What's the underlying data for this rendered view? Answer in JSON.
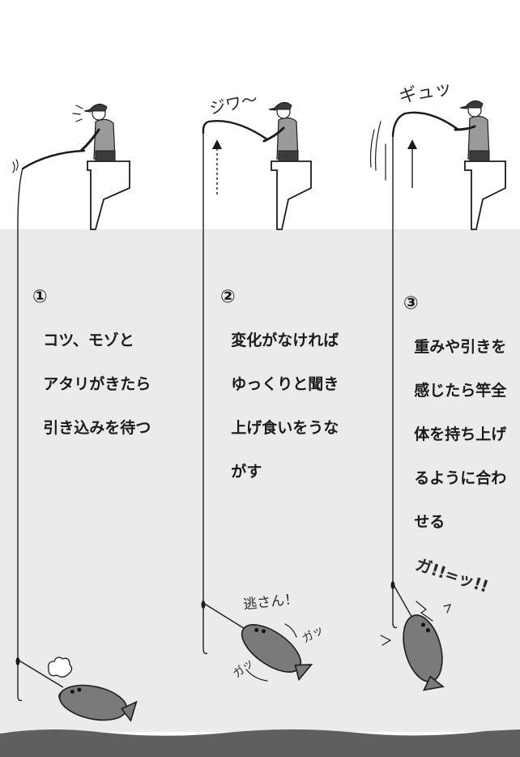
{
  "colors": {
    "water": "#ebebeb",
    "seabed": "#5f5f5f",
    "ink": "#1c1c1c",
    "boat": "#ffffff",
    "jacket": "#9a9a9a",
    "pants": "#3c3c3c",
    "fish": "#7a7a7a"
  },
  "steps": [
    {
      "number": "①",
      "lines": [
        "コツ、モゾと",
        "アタリがきたら",
        "引き込みを待つ"
      ]
    },
    {
      "number": "②",
      "lines": [
        "変化がなければ",
        "ゆっくりと聞き",
        "上げ食いをうな",
        "がす"
      ]
    },
    {
      "number": "③",
      "lines": [
        "重みや引きを",
        "感じたら竿全",
        "体を持ち上げ",
        "るように合わ",
        "せる"
      ]
    }
  ],
  "effects": {
    "panel2_rod": "ジワ～",
    "panel2_fish_voice": "逃さん！",
    "panel2_fish_a": "ガッ",
    "panel2_fish_b": "ガッ",
    "panel3_rod": "ギュッ",
    "panel3_fish": "ガ!!=ッ!!"
  }
}
